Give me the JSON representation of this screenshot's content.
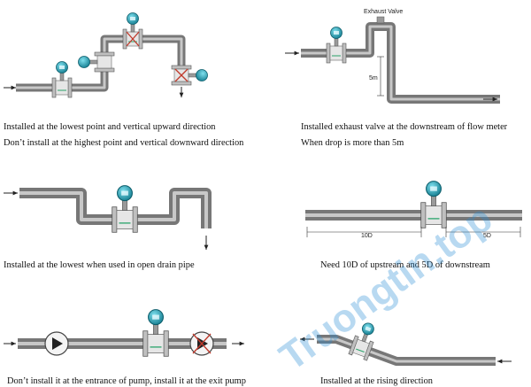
{
  "panels": [
    {
      "captions": [
        "Installed at the lowest point and vertical upward direction",
        "Don’t install at the highest point and vertical downward direction"
      ]
    },
    {
      "captions": [
        "Installed exhaust valve at the downstream of flow meter",
        "When drop is more than 5m"
      ],
      "labels": {
        "valve": "Exhaust Valve",
        "drop": "5m"
      }
    },
    {
      "captions": [
        "Installed at the lowest when used in open drain pipe"
      ]
    },
    {
      "captions": [
        "Need 10D of upstream and 5D of downstream"
      ],
      "labels": {
        "upstream": "10D",
        "downstream": "5D"
      }
    },
    {
      "captions": [
        "Don’t install it at the entrance of pump, install it at the exit pump"
      ]
    },
    {
      "captions": [
        "Installed at the rising direction"
      ]
    }
  ],
  "watermark": "Truongtin.top",
  "colors": {
    "pipe": "#6b6b6b",
    "pipe_light": "#a9a9a9",
    "transmitter": "#1e9bb0",
    "body": "#d9d9d9",
    "valve_red": "#c0392b"
  }
}
